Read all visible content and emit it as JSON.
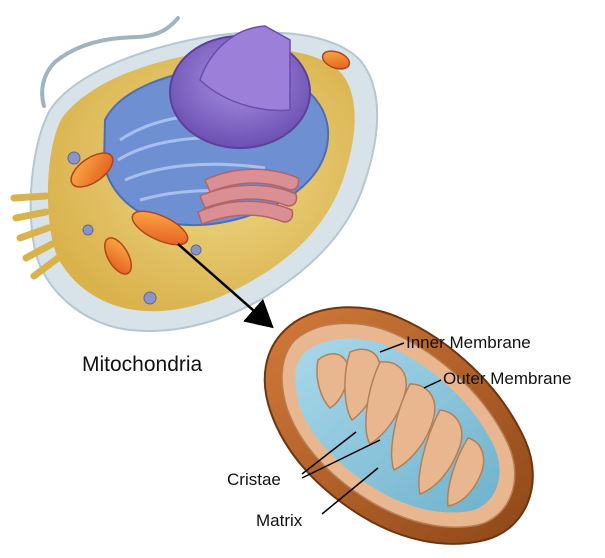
{
  "diagram": {
    "labels": {
      "mitochondria": "Mitochondria",
      "inner_membrane": "Inner Membrane",
      "outer_membrane": "Outer Membrane",
      "cristae": "Cristae",
      "matrix": "Matrix"
    },
    "colors": {
      "cell_membrane": "#d8e4ea",
      "cytoplasm": "#e4c566",
      "nucleus": "#8d74c9",
      "endoplasmic_reticulum": "#6e8fd2",
      "golgi": "#d98f93",
      "mitochondria_orange": "#ef7f24",
      "mito_outer": "#b7652d",
      "mito_matrix": "#8dc6dc",
      "leader_line": "#000000"
    }
  }
}
